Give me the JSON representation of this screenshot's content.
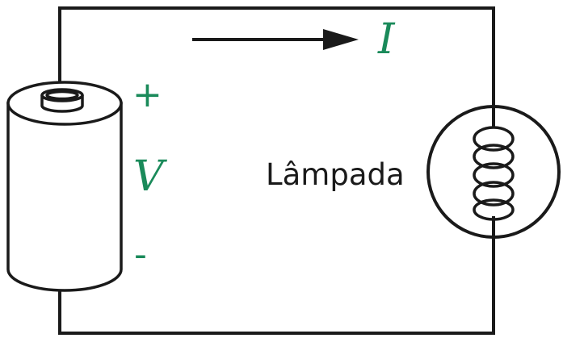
{
  "colors": {
    "line": "#1a1a1a",
    "accent": "#1a8a5a",
    "background": "#ffffff"
  },
  "labels": {
    "current": "I",
    "voltage": "V",
    "plus": "+",
    "minus": "-",
    "lamp": "Lâmpada"
  },
  "icons": {
    "battery": "battery-icon",
    "lamp": "lamp-icon",
    "arrow": "arrow-right-icon"
  }
}
